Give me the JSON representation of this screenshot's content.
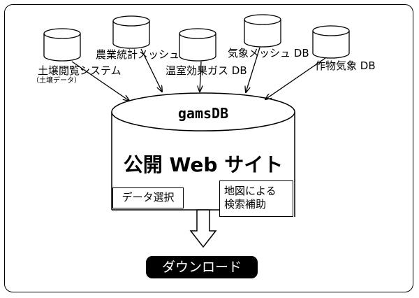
{
  "sources": [
    {
      "id": "soil",
      "label": "土壌閲覧システム",
      "sublabel": "（土壌データ）"
    },
    {
      "id": "agri",
      "label": "農業統計メッシュ"
    },
    {
      "id": "greenhouse",
      "label": "温室効果ガス DB"
    },
    {
      "id": "weather",
      "label": "気象メッシュ DB"
    },
    {
      "id": "crop",
      "label": "作物気象 DB"
    }
  ],
  "core": {
    "db_name": "gamsDB",
    "site_title": "公開 Web サイト"
  },
  "panels": {
    "data_select": "データ選択",
    "map_search_line1": "地図による",
    "map_search_line2": "検索補助"
  },
  "output": {
    "download_label": "ダウンロード"
  },
  "colors": {
    "line": "#000000",
    "fill": "#ffffff",
    "download_bg": "#000000",
    "download_text": "#ffffff"
  }
}
